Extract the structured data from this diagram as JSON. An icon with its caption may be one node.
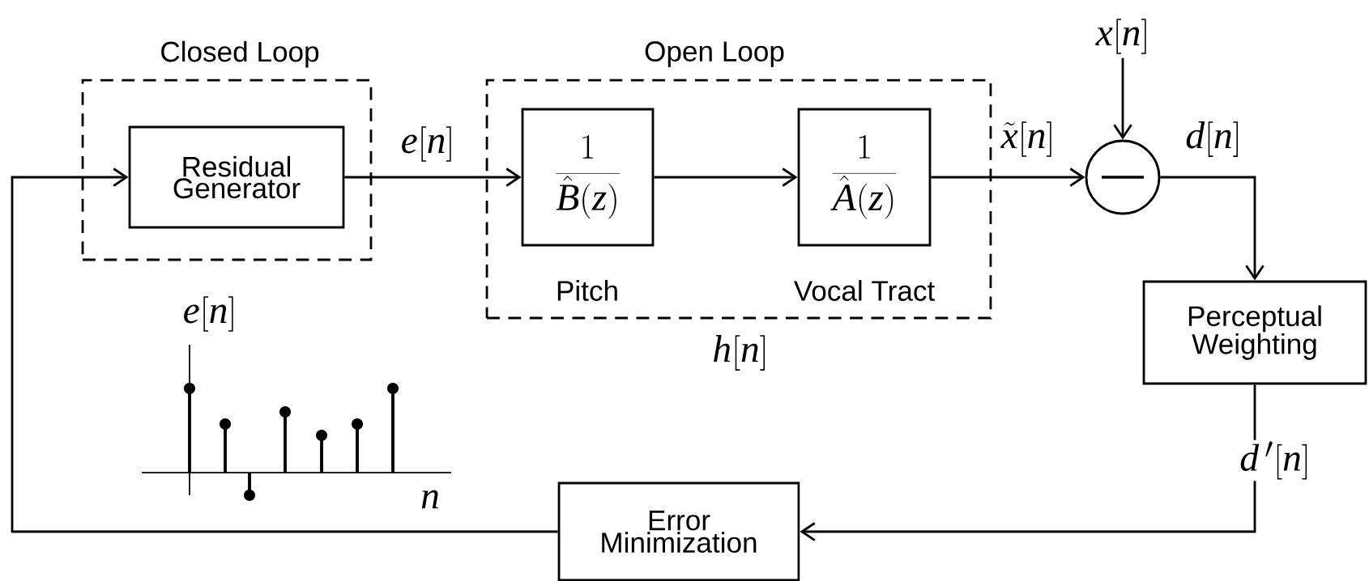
{
  "diagram": {
    "nodes": [
      {
        "text": [
          "Closed Loop"
        ]
      },
      {
        "text": [
          "Residual Generator"
        ],
        "in": 0
      },
      {
        "text": [
          "Open Loop"
        ],
        "beside": [
          "h[n]"
        ]
      },
      {
        "text": [
          "\\frac{1}{\\hat{B}(z)}"
        ],
        "in": 2,
        "beside": [
          "Pitch"
        ]
      },
      {
        "text": [
          "\\frac{1}{\\hat{A}(z)}"
        ],
        "in": 2,
        "beside": [
          "Vocal Tract"
        ]
      },
      {
        "text": [],
        "shape": "circle"
      },
      {
        "text": [
          "Perceptual Weighting"
        ]
      },
      {
        "text": [
          "Error Minimization"
        ]
      },
      {
        "text": [
          "x[n]"
        ]
      }
    ],
    "edges": [
      {
        "from": 8,
        "to": 5,
        "arrow": "to"
      },
      {
        "from": 1,
        "to": 3,
        "arrow": "to",
        "label": "e[n]"
      },
      {
        "from": 3,
        "to": 4,
        "arrow": "to"
      },
      {
        "from": 4,
        "to": 5,
        "arrow": "to",
        "label": "\\tilde{x}[n]"
      },
      {
        "from": 5,
        "to": 6,
        "arrow": "to",
        "label": "d[n]"
      },
      {
        "from": 6,
        "to": 7,
        "arrow": "to",
        "label": "d\\,'[n]"
      },
      {
        "from": 7,
        "to": 1,
        "arrow": "to"
      }
    ],
    "labels": [
      "e[n]",
      "n"
    ]
  }
}
